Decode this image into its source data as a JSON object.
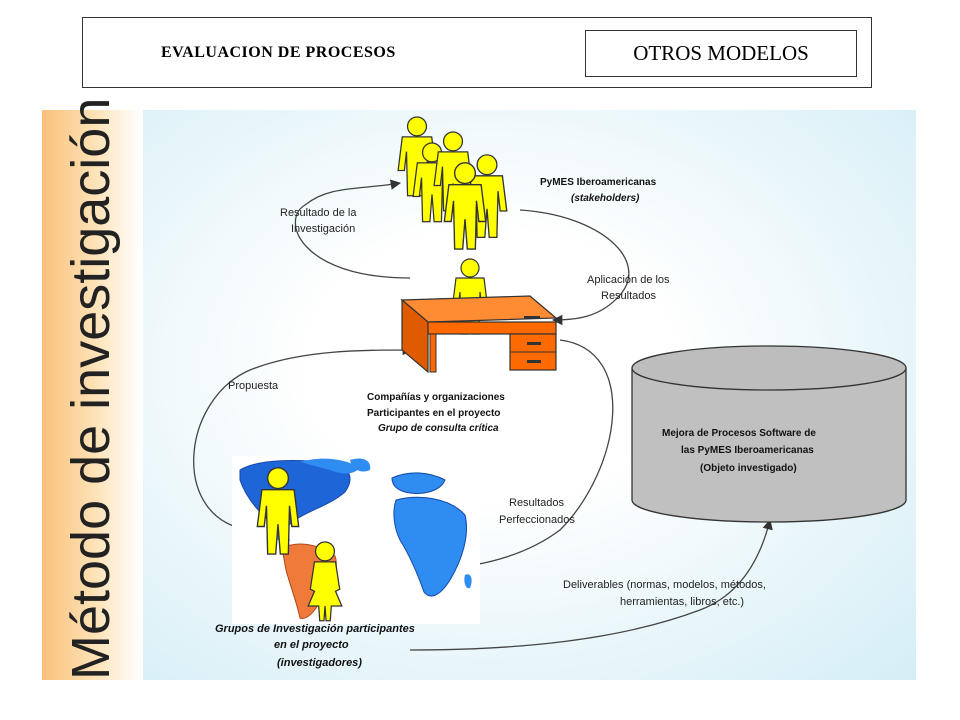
{
  "header": {
    "title": "EVALUACION DE PROCESOS",
    "tag": "OTROS MODELOS"
  },
  "sidebar": {
    "title": "Método de investigación"
  },
  "diagram": {
    "stakeholders": {
      "line1": "PyMES Iberoamericanas",
      "line2": "(stakeholders)"
    },
    "companies": {
      "line1": "Compañías y organizaciones",
      "line2": "Participantes en el proyecto",
      "line3": "Grupo de consulta crítica"
    },
    "researchers": {
      "line1": "Grupos de Investigación participantes",
      "line2": "en el proyecto",
      "line3": "(investigadores)"
    },
    "object": {
      "line1": "Mejora de Procesos Software de",
      "line2": "las PyMES Iberoamericanas",
      "line3": "(Objeto investigado)"
    },
    "edges": {
      "research_result": [
        "Resultado de la",
        "Investigación"
      ],
      "application": [
        "Aplicación de los",
        "Resultados"
      ],
      "proposal": [
        "Propuesta"
      ],
      "refined": [
        "Resultados",
        "Perfeccionados"
      ],
      "deliverables": [
        "Deliverables (normas, modelos, métodos,",
        "herramientas, libros, etc.)"
      ]
    }
  },
  "colors": {
    "person": "#ffff00",
    "desk": "#ff6a00",
    "cylinder": "#c0c0c0",
    "ocean": "#2f8cf0",
    "america": "#f07a3a"
  }
}
